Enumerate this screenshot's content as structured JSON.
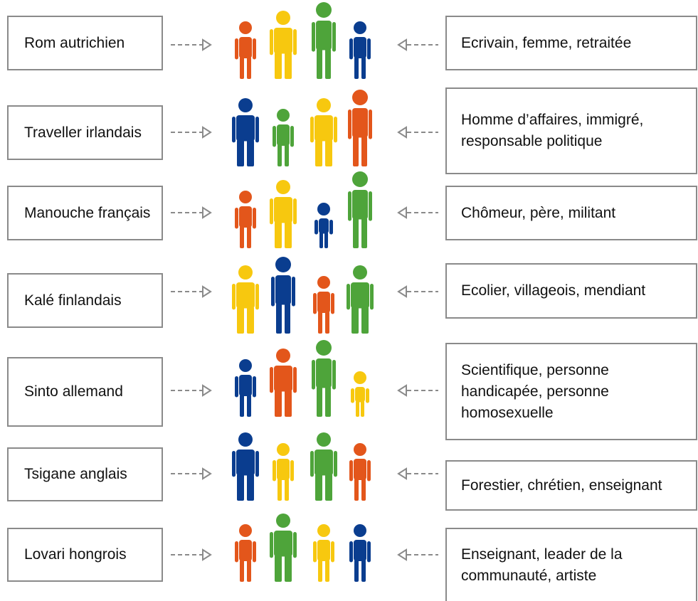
{
  "colors": {
    "orange": "#E3561B",
    "yellow": "#F7C80F",
    "green": "#4EA43A",
    "blue": "#0A3D8F",
    "box_border": "#8a8a8a",
    "arrow": "#8a8a8a"
  },
  "rows": [
    {
      "left_label": "Rom autrichien",
      "right_label": "Ecrivain, femme, retraitée",
      "figures": [
        {
          "color": "orange",
          "size": "small"
        },
        {
          "color": "yellow",
          "size": "wide"
        },
        {
          "color": "green",
          "size": "tall"
        },
        {
          "color": "blue",
          "size": "small"
        }
      ]
    },
    {
      "left_label": "Traveller irlandais",
      "right_label": "Homme d’affaires, immigré,\nresponsable politique",
      "figures": [
        {
          "color": "blue",
          "size": "wide"
        },
        {
          "color": "green",
          "size": "small"
        },
        {
          "color": "yellow",
          "size": "wide"
        },
        {
          "color": "orange",
          "size": "tall"
        }
      ]
    },
    {
      "left_label": "Manouche français",
      "right_label": "Chômeur, père, militant",
      "figures": [
        {
          "color": "orange",
          "size": "small"
        },
        {
          "color": "yellow",
          "size": "wide"
        },
        {
          "color": "blue",
          "size": "child"
        },
        {
          "color": "green",
          "size": "tall"
        }
      ]
    },
    {
      "left_label": "Kalé finlandais",
      "right_label": "Ecolier, villageois, mendiant",
      "figures": [
        {
          "color": "yellow",
          "size": "wide"
        },
        {
          "color": "blue",
          "size": "tall"
        },
        {
          "color": "orange",
          "size": "small"
        },
        {
          "color": "green",
          "size": "wide"
        }
      ]
    },
    {
      "left_label": "Sinto allemand",
      "right_label": "Scientifique, personne\nhandicapée, personne\nhomosexuelle",
      "figures": [
        {
          "color": "blue",
          "size": "small"
        },
        {
          "color": "orange",
          "size": "wide"
        },
        {
          "color": "green",
          "size": "tall"
        },
        {
          "color": "yellow",
          "size": "child"
        }
      ]
    },
    {
      "left_label": "Tsigane anglais",
      "right_label": "Forestier, chrétien, enseignant",
      "figures": [
        {
          "color": "blue",
          "size": "wide"
        },
        {
          "color": "yellow",
          "size": "small"
        },
        {
          "color": "green",
          "size": "wide"
        },
        {
          "color": "orange",
          "size": "small"
        }
      ]
    },
    {
      "left_label": "Lovari hongrois",
      "right_label": "Enseignant, leader de la\ncommunauté, artiste",
      "figures": [
        {
          "color": "orange",
          "size": "small"
        },
        {
          "color": "green",
          "size": "wide"
        },
        {
          "color": "yellow",
          "size": "small"
        },
        {
          "color": "blue",
          "size": "small"
        }
      ]
    }
  ]
}
